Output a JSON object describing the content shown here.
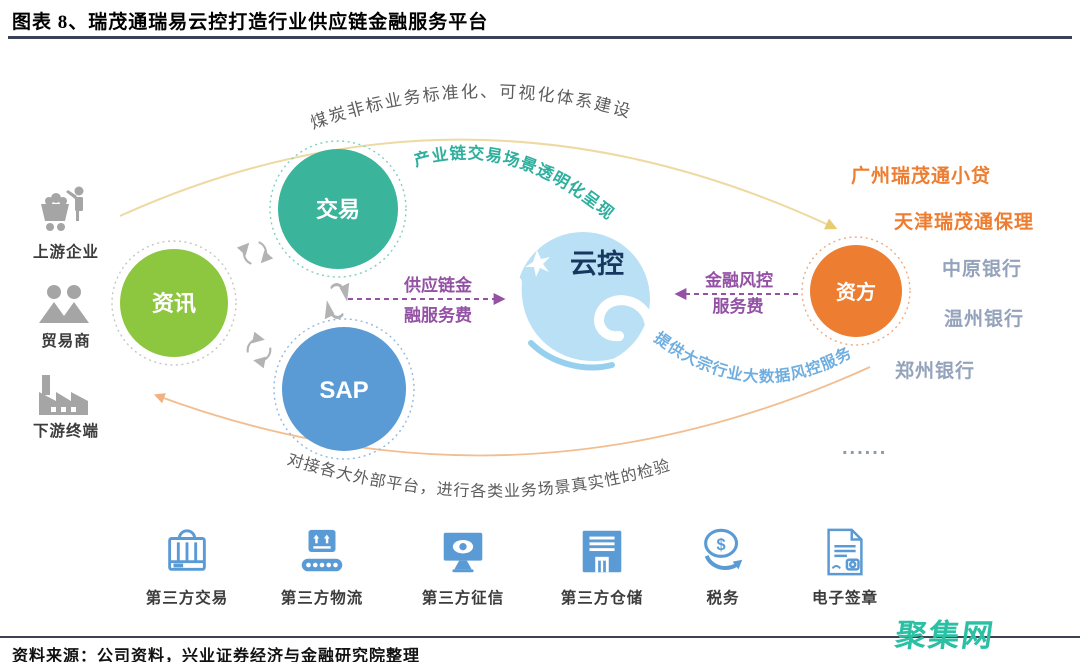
{
  "figure": {
    "title": "图表 8、瑞茂通瑞易云控打造行业供应链金融服务平台",
    "source": "资料来源：公司资料，兴业证券经济与金融研究院整理",
    "watermark": "聚集网"
  },
  "upstream_entities": [
    {
      "label": "上游企业",
      "icon": "mine-cart-worker-icon"
    },
    {
      "label": "贸易商",
      "icon": "traders-icon"
    },
    {
      "label": "下游终端",
      "icon": "factory-icon"
    }
  ],
  "platform_circles": {
    "info": {
      "label": "资讯",
      "color": "#8DC63F"
    },
    "trade": {
      "label": "交易",
      "color": "#3AB49B"
    },
    "sap": {
      "label": "SAP",
      "color": "#5B9BD5"
    },
    "cloud": {
      "label": "云控",
      "color": "#B9E0F5",
      "text_color": "#17375E"
    },
    "funder": {
      "label": "资方",
      "color": "#ED7D31"
    }
  },
  "curved_annotations": {
    "top_arc": "煤炭非标业务标准化、可视化体系建设",
    "trade_to_cloud": "产业链交易场景透明化呈现",
    "cloud_to_funder": "提供大宗行业大数据风控服务",
    "bottom_arc": "对接各大外部平台，进行各类业务场景真实性的检验"
  },
  "fee_flows": {
    "supply_chain_fee": {
      "line1": "供应链金",
      "line2": "融服务费"
    },
    "risk_control_fee": {
      "line1": "金融风控",
      "line2": "服务费"
    }
  },
  "funders": [
    {
      "label": "广州瑞茂通小贷",
      "type": "rmt"
    },
    {
      "label": "天津瑞茂通保理",
      "type": "rmt"
    },
    {
      "label": "中原银行",
      "type": "bank"
    },
    {
      "label": "温州银行",
      "type": "bank"
    },
    {
      "label": "郑州银行",
      "type": "bank"
    },
    {
      "label": "......",
      "type": "more"
    }
  ],
  "third_party_services": [
    {
      "label": "第三方交易",
      "icon": "shopping-bag-icon"
    },
    {
      "label": "第三方物流",
      "icon": "conveyor-belt-icon"
    },
    {
      "label": "第三方征信",
      "icon": "monitor-eye-icon"
    },
    {
      "label": "第三方仓储",
      "icon": "warehouse-icon"
    },
    {
      "label": "税务",
      "icon": "tax-coin-icon",
      "glyph": "$"
    },
    {
      "label": "电子签章",
      "icon": "e-signature-icon"
    }
  ],
  "colors": {
    "orange_text": "#ED7D31",
    "bank_text": "#94A3BB",
    "purple": "#9452A5",
    "teal_text": "#2EAF9D",
    "lightblue_text": "#6FAEE0",
    "arc_gray_text": "#5C5C5C",
    "yellow_arc": "#EFD9A2",
    "orange_arc": "#F2BD8F",
    "blue_icon": "#5B9BD5",
    "gray_icon": "#A5A5A5",
    "watermark_green": "#2BBFA3"
  }
}
